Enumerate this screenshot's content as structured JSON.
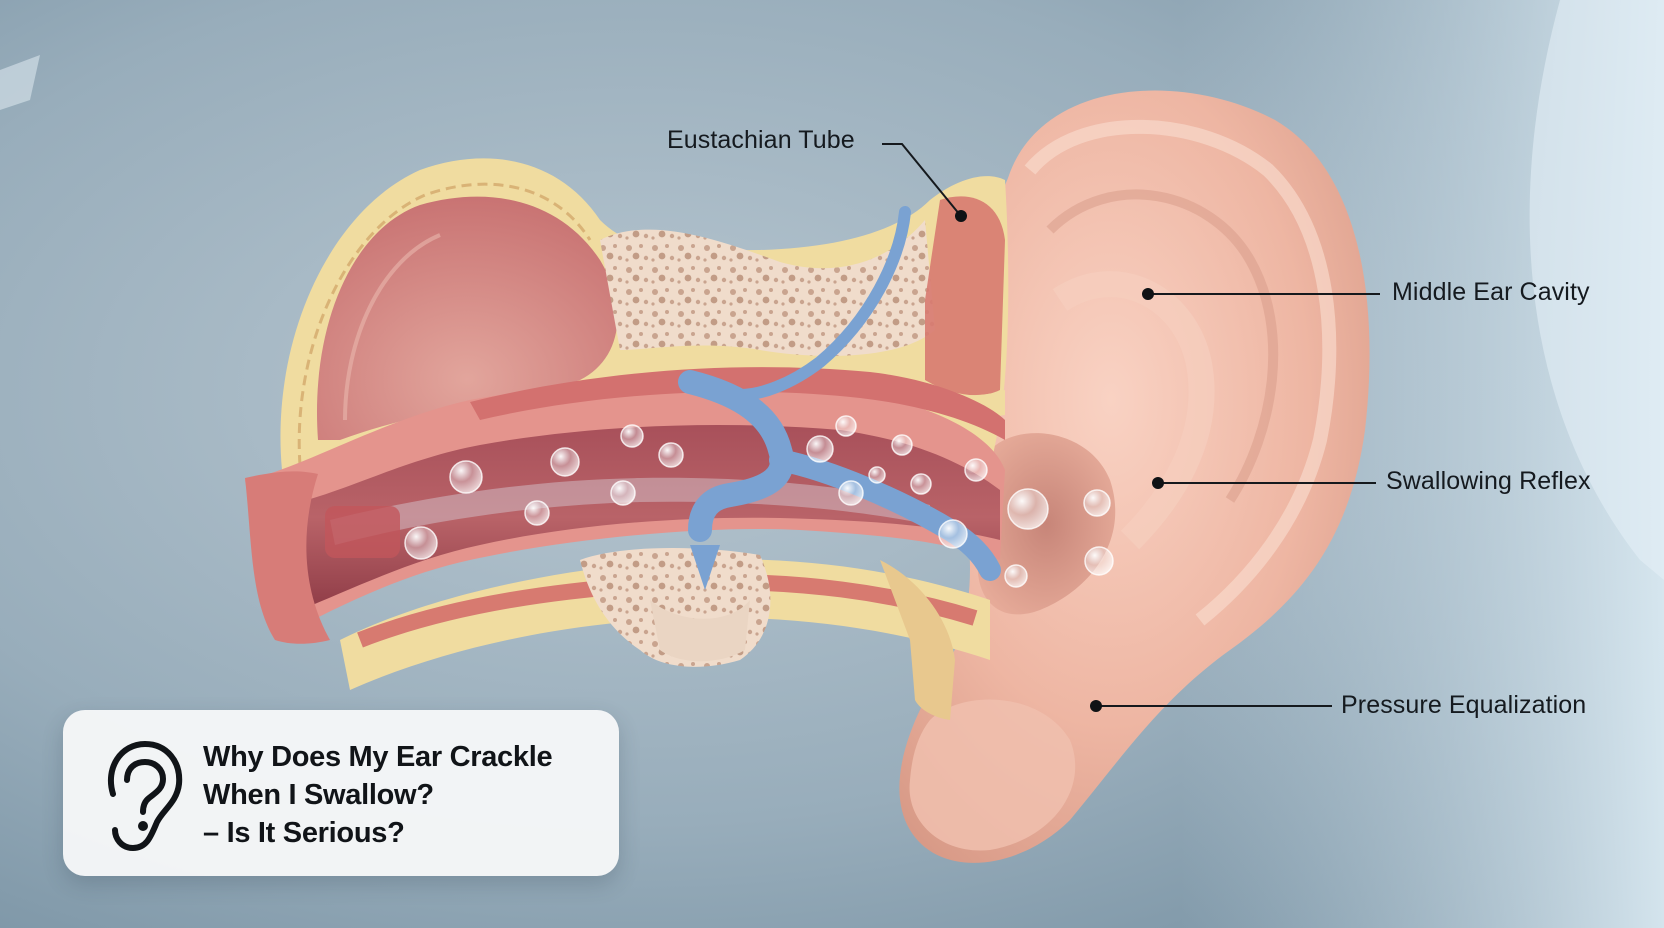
{
  "labels": {
    "eustachian_tube": "Eustachian Tube",
    "middle_ear_cavity": "Middle Ear Cavity",
    "swallowing_reflex": "Swallowing Reflex",
    "pressure_equalization": "Pressure Equalization"
  },
  "title_card": {
    "line1": "Why Does My Ear Crackle",
    "line2": "When I Swallow?",
    "line3": "– Is It Serious?",
    "icon": "ear-question-icon"
  },
  "colors": {
    "background": "#8fa6b4",
    "ear_skin": "#edb8a5",
    "canal_red": "#d47d78",
    "bone": "#f1d9c5",
    "cartilage": "#f0dca0",
    "tube_blue": "#7aa2d2",
    "label_text": "#151a1f"
  }
}
